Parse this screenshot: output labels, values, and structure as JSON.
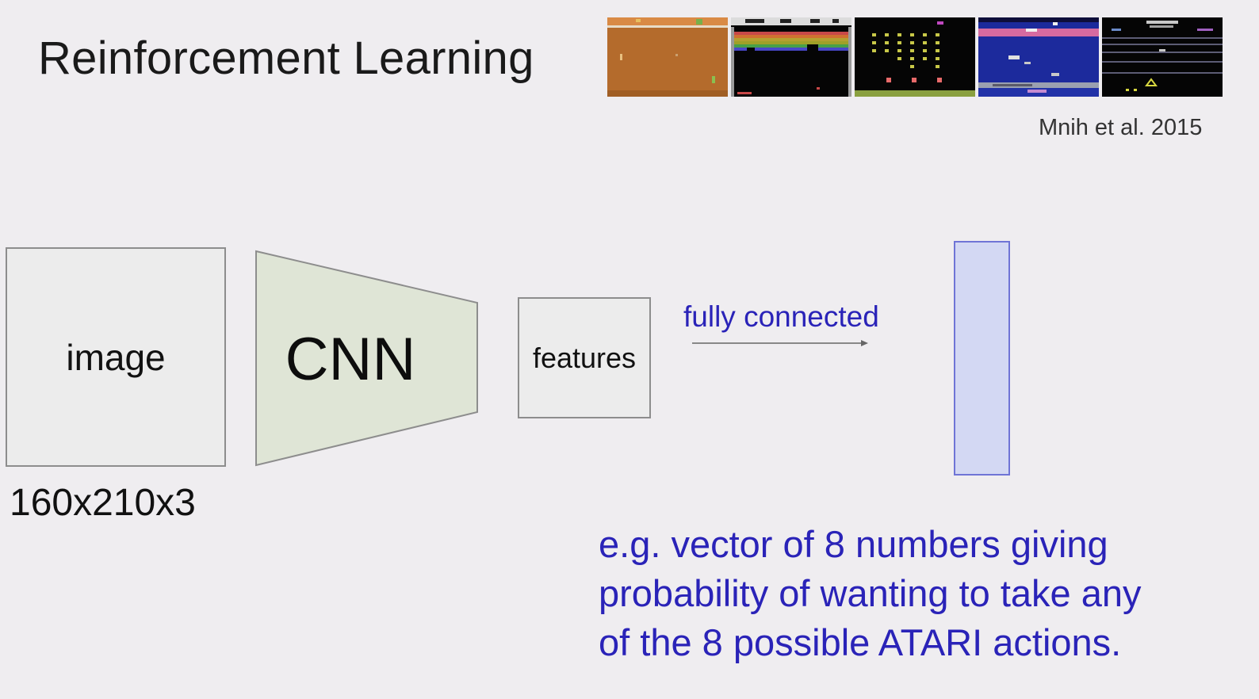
{
  "title": "Reinforcement Learning",
  "citation": "Mnih et al. 2015",
  "diagram": {
    "input_label": "image",
    "input_dims": "160x210x3",
    "cnn_label": "CNN",
    "features_label": "features",
    "connection_label": "fully connected"
  },
  "caption": {
    "line1": "e.g. vector of 8 numbers giving",
    "line2": "probability of wanting to take any",
    "line3": "of the 8 possible ATARI actions."
  },
  "thumbnails": [
    "atari-game-1",
    "atari-game-2",
    "atari-game-3",
    "atari-game-4",
    "atari-game-5"
  ],
  "colors": {
    "background": "#efedf0",
    "cnn_fill": "#dfe5d6",
    "vector_fill": "#d3d8f3",
    "accent_blue": "#2a23b8"
  }
}
